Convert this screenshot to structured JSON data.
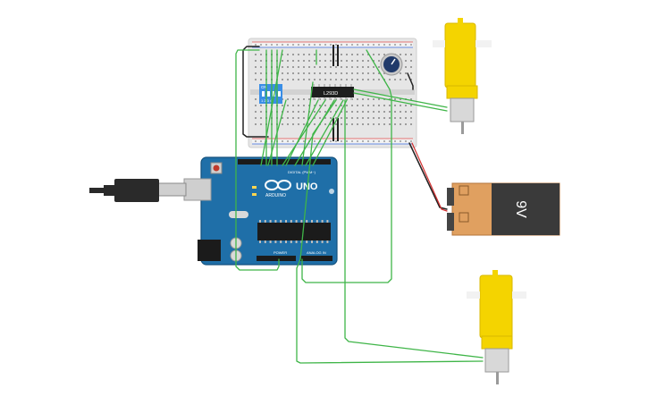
{
  "arduino": {
    "uno_label": "UNO",
    "brand_label": "ARDUINO",
    "digital_label": "DIGITAL (PWM~)",
    "power_label": "POWER",
    "analog_label": "ANALOG IN"
  },
  "dip_switch": {
    "on_label": "ON",
    "position_labels": "1 2 3 4"
  },
  "driver_ic": {
    "label": "L293D"
  },
  "battery": {
    "voltage_label": "9V"
  },
  "colors": {
    "wire_green": "#3fb548",
    "wire_black": "#222222",
    "wire_red": "#d32f2f",
    "arduino_blue": "#1f6fa8",
    "motor_yellow": "#f4d400",
    "battery_orange": "#e0a060",
    "battery_dark": "#3a3a3a",
    "breadboard": "#e8e8e8",
    "dip_blue": "#3a8ee6",
    "potentiometer_blue": "#203a6a"
  }
}
